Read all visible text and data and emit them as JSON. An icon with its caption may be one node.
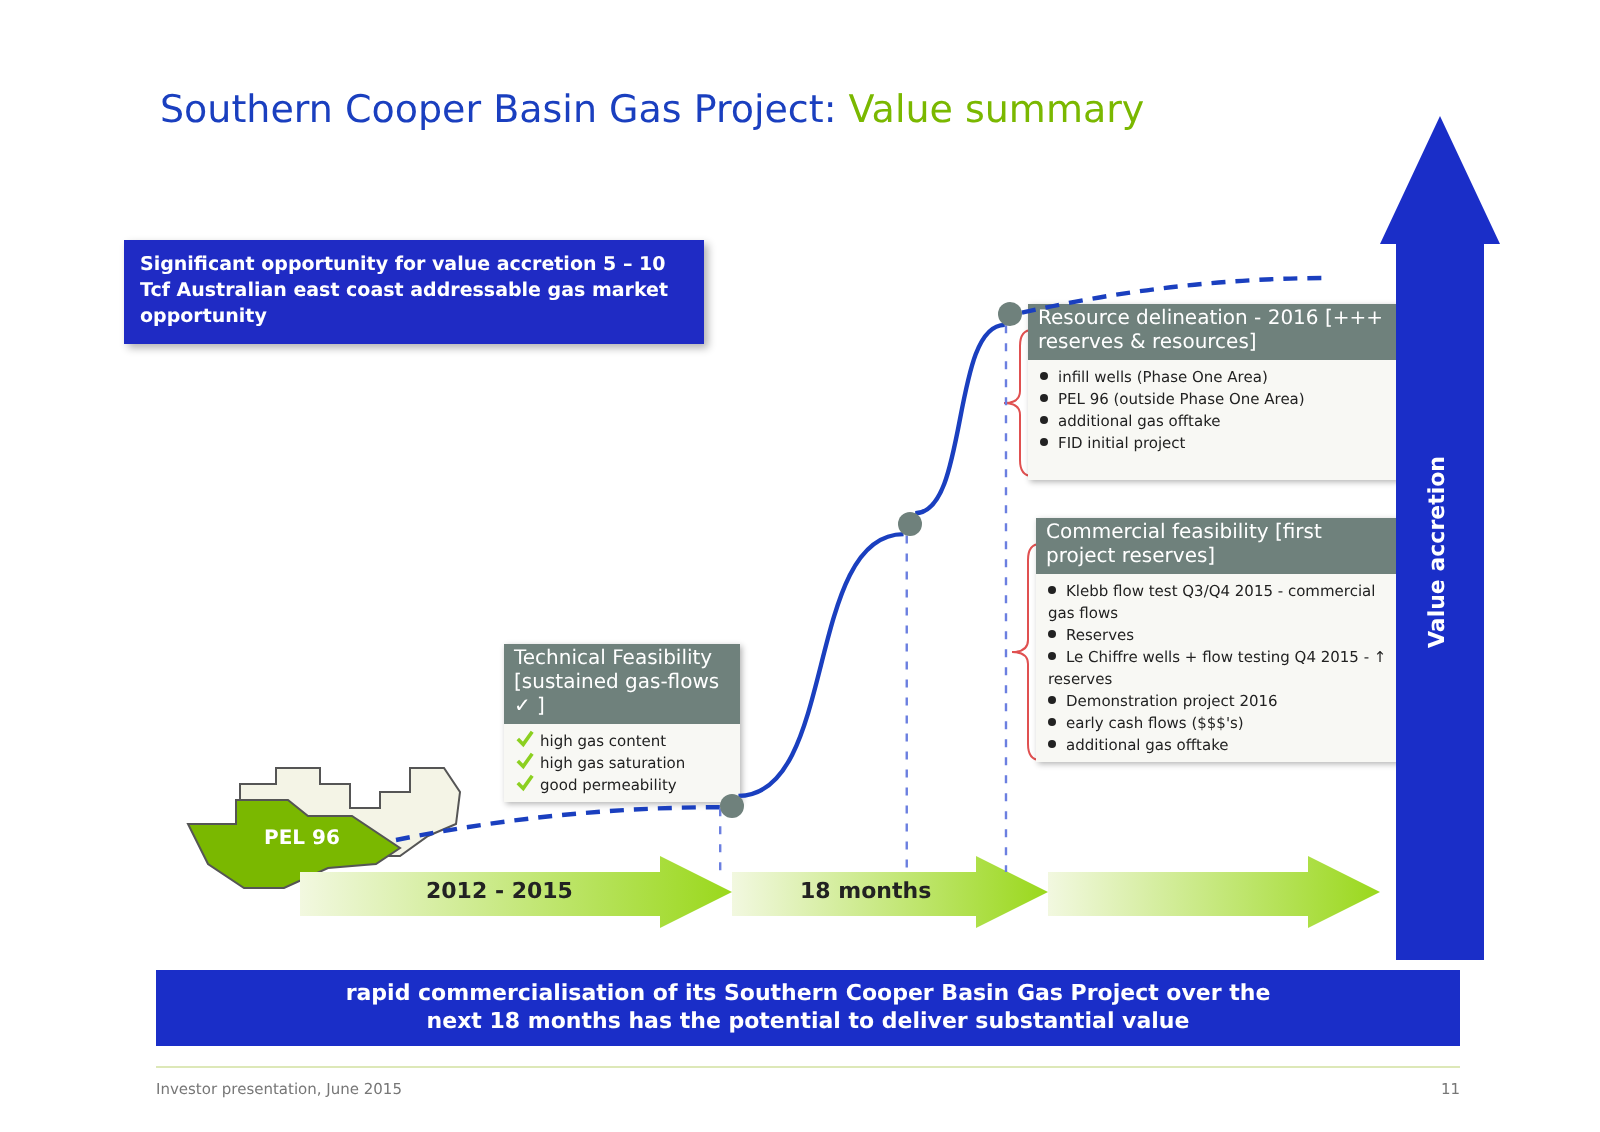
{
  "diagram": {
    "title": "Southern Cooper Basin Gas Project: Value summary",
    "nodes": [
      {
        "text": [
          "Significant opportunity for value accretion 5 – 10 Tcf Australian east coast addressable gas market opportunity"
        ]
      },
      {
        "text": [
          "PEL 96"
        ]
      },
      {
        "text": [],
        "shape": "circle"
      },
      {
        "text": [],
        "shape": "circle"
      },
      {
        "text": [],
        "shape": "circle"
      },
      {
        "text": [
          "Technical Feasibility [sustained gas-flows ✓ ]",
          "high gas content",
          "high gas saturation",
          "good permeability"
        ]
      },
      {
        "text": [
          "Commercial feasibility [first project reserves]",
          "Klebb flow test Q3/Q4 2015 - commercial gas flows",
          "Reserves",
          "Le Chiffre wells + flow testing Q4 2015 - ↑ reserves",
          "Demonstration project 2016",
          "early cash flows ($$$'s)",
          "additional gas offtake"
        ]
      },
      {
        "text": [
          "Resource delineation - 2016 [+++ reserves & resources]",
          "infill wells (Phase One Area)",
          "PEL 96 (outside Phase One Area)",
          "additional gas offtake",
          "FID initial project"
        ]
      },
      {
        "text": [
          "2012 - 2015"
        ]
      },
      {
        "text": [
          "18 months"
        ]
      },
      {
        "text": [],
        "shape": "arrow"
      },
      {
        "text": [
          "Value accretion"
        ]
      },
      {
        "text": [
          "rapid commercialisation of its Southern Cooper Basin Gas Project over the next 18 months has the potential to deliver substantial value"
        ]
      }
    ],
    "edges": [
      {
        "from": 1,
        "to": 2,
        "arrow": "none",
        "style": "dashed"
      },
      {
        "from": 2,
        "to": 3,
        "arrow": "none"
      },
      {
        "from": 3,
        "to": 4,
        "arrow": "none"
      },
      {
        "from": 4,
        "to": null,
        "arrow": "none",
        "style": "dashed"
      },
      {
        "from": 2,
        "to": 8,
        "arrow": "none",
        "style": "dashed",
        "color": "#6b7fe0"
      },
      {
        "from": 3,
        "to": 9,
        "arrow": "none",
        "style": "dashed",
        "color": "#6b7fe0"
      },
      {
        "from": 4,
        "to": 9,
        "arrow": "none",
        "style": "dashed",
        "color": "#6b7fe0"
      }
    ],
    "labels": [
      "Investor presentation, June 2015",
      "11"
    ]
  }
}
